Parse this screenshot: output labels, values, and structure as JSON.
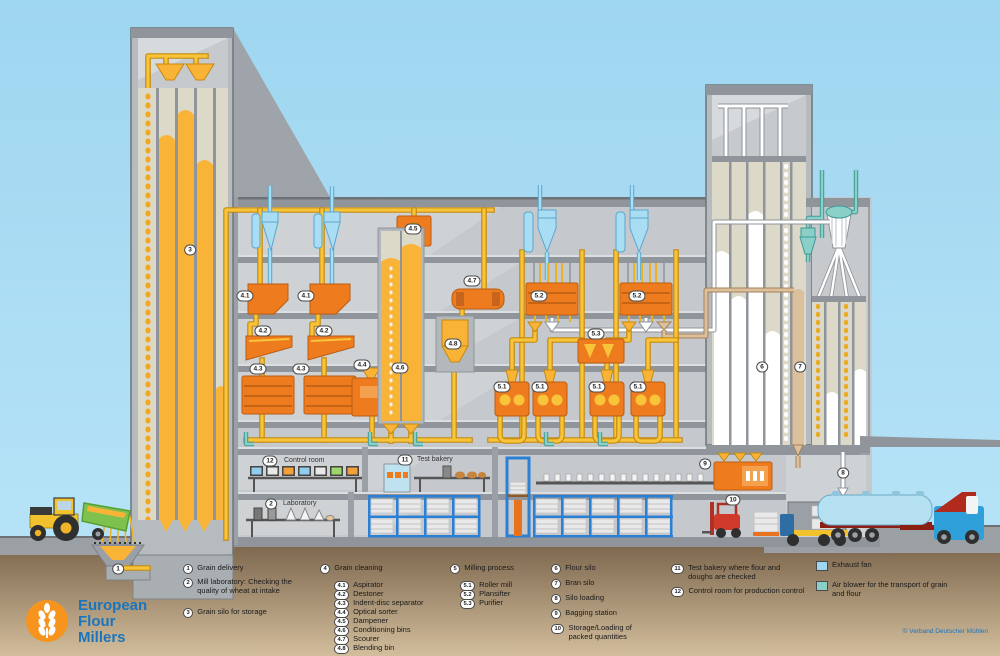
{
  "diagram": {
    "badges": {
      "b1": "1",
      "b2": "2",
      "b3": "3",
      "b4": "4",
      "b5": "5",
      "b41": "4.1",
      "b42": "4.2",
      "b43": "4.3",
      "b44": "4.4",
      "b45": "4.5",
      "b46": "4.6",
      "b47": "4.7",
      "b48": "4.8",
      "b51": "5.1",
      "b52": "5.2",
      "b53": "5.3",
      "b6": "6",
      "b7": "7",
      "b8": "8",
      "b9": "9",
      "b10": "10",
      "b11": "11",
      "b12": "12"
    },
    "rooms": {
      "control_room": "Control room",
      "test_bakery": "Test bakery",
      "laboratory": "Laboratory"
    }
  },
  "legend": {
    "col1": {
      "items": [
        {
          "num": "1",
          "text": "Grain delivery"
        },
        {
          "num": "2",
          "text": "Mill laboratory: Checking the quality of wheat at intake"
        },
        {
          "num": "3",
          "text": "Grain silo for storage"
        }
      ]
    },
    "col2": {
      "header": {
        "num": "4",
        "text": "Grain cleaning"
      },
      "items": [
        {
          "num": "4.1",
          "text": "Aspirator"
        },
        {
          "num": "4.2",
          "text": "Destoner"
        },
        {
          "num": "4.3",
          "text": "Indent-disc separator"
        },
        {
          "num": "4.4",
          "text": "Optical sorter"
        },
        {
          "num": "4.5",
          "text": "Dampener"
        },
        {
          "num": "4.6",
          "text": "Conditioning bins"
        },
        {
          "num": "4.7",
          "text": "Scourer"
        },
        {
          "num": "4.8",
          "text": "Blending bin"
        }
      ]
    },
    "col3": {
      "header": {
        "num": "5",
        "text": "Milling process"
      },
      "items": [
        {
          "num": "5.1",
          "text": "Roller mill"
        },
        {
          "num": "5.2",
          "text": "Plansifter"
        },
        {
          "num": "5.3",
          "text": "Purifier"
        }
      ]
    },
    "col4": {
      "items": [
        {
          "num": "6",
          "text": "Flour silo"
        },
        {
          "num": "7",
          "text": "Bran silo"
        },
        {
          "num": "8",
          "text": "Silo loading"
        },
        {
          "num": "9",
          "text": "Bagging station"
        },
        {
          "num": "10",
          "text": "Storage/Loading of packed quantities"
        }
      ]
    },
    "col5": {
      "items": [
        {
          "num": "11",
          "text": "Test bakery where flour and doughs are checked"
        },
        {
          "num": "12",
          "text": "Control room for production control"
        }
      ]
    },
    "col6": {
      "items": [
        {
          "color": "#9ed8f0",
          "text": "Exhaust fan"
        },
        {
          "color": "#8ad0c9",
          "text": "Air blower for the transport of grain and flour"
        }
      ]
    }
  },
  "logo": {
    "line1": "European",
    "line2": "Flour",
    "line3": "Millers",
    "circle_color": "#f7941e",
    "text_color": "#1b75bc"
  },
  "footer": {
    "copyright": "© Verband Deutscher Mühlen"
  }
}
